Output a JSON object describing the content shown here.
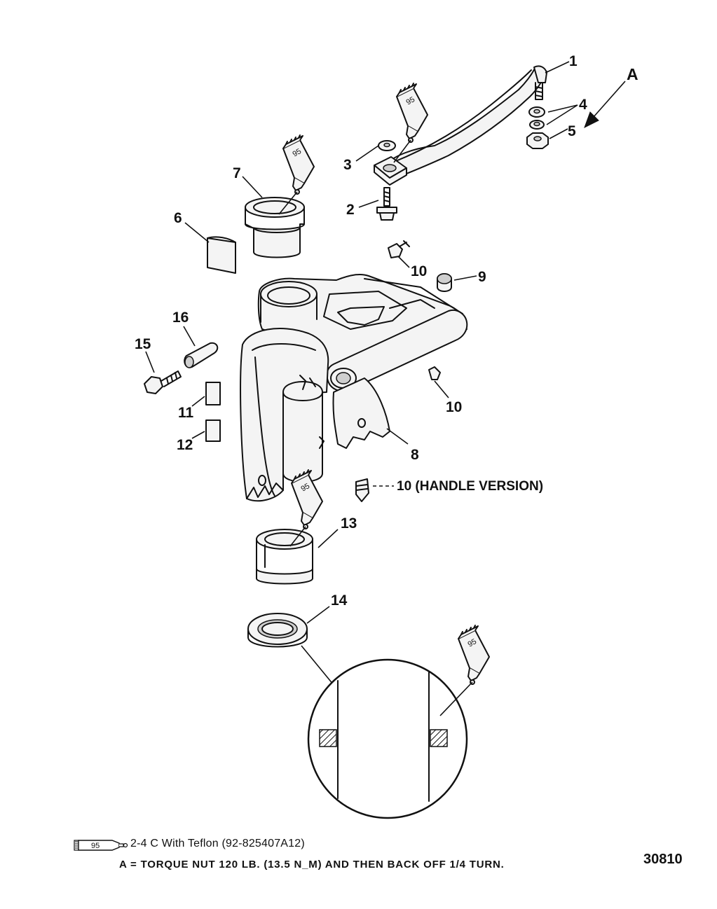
{
  "callouts": {
    "c1": "1",
    "cA": "A",
    "c4": "4",
    "c5": "5",
    "c3": "3",
    "c7": "7",
    "c2": "2",
    "c6": "6",
    "c10a": "10",
    "c9": "9",
    "c16": "16",
    "c15": "15",
    "c10b": "10",
    "c11": "11",
    "c12": "12",
    "c8": "8",
    "c10c": "10 (HANDLE VERSION)",
    "c13": "13",
    "c14": "14"
  },
  "sealant_tube_label": "95",
  "legend": {
    "tube_label": "95",
    "text": "2-4 C With Teflon (92-825407A12)"
  },
  "note": "A = TORQUE NUT 120 LB. (13.5 N_M) AND THEN BACK OFF 1/4 TURN.",
  "drawing_number": "30810"
}
